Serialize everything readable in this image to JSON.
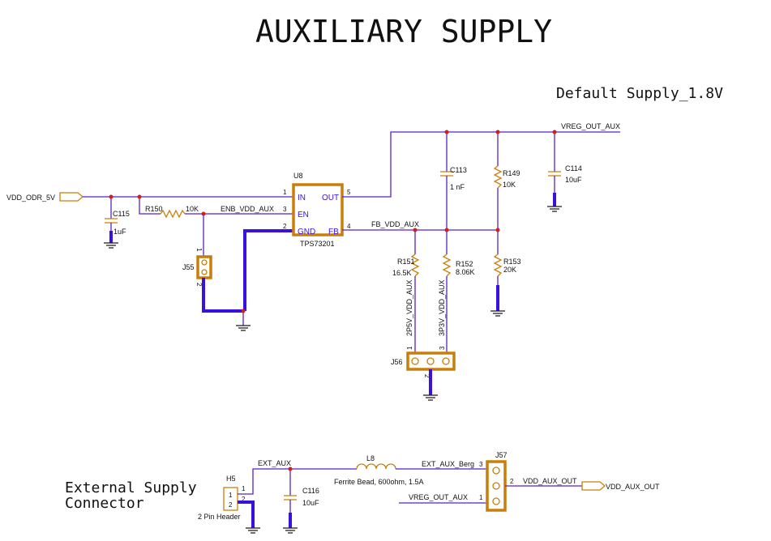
{
  "title": "AUXILIARY SUPPLY",
  "subtitle": "Default Supply_1.8V",
  "ext_title_line1": "External Supply",
  "ext_title_line2": "Connector",
  "nets": {
    "vdd_odr": "VDD_ODR_5V",
    "vreg_out_aux": "VREG_OUT_AUX",
    "enb_vdd_aux": "ENB_VDD_AUX",
    "fb_vdd_aux": "FB_VDD_AUX",
    "p2v5": "2P5V_VDD_AUX",
    "p3v3": "3P3V_VDD_AUX",
    "ext_aux": "EXT_AUX",
    "ext_aux_berg": "EXT_AUX_Berg",
    "vreg_out_aux2": "VREG_OUT_AUX",
    "vdd_aux_out_net": "VDD_AUX_OUT",
    "vdd_aux_out_port": "VDD_AUX_OUT"
  },
  "u8": {
    "ref": "U8",
    "part": "TPS73201",
    "pins": {
      "in": "IN",
      "en": "EN",
      "gnd": "GND",
      "out": "OUT",
      "fb": "FB"
    },
    "nums": {
      "in": "1",
      "en": "3",
      "gnd": "2",
      "out": "5",
      "fb": "4"
    }
  },
  "c115": {
    "ref": "C115",
    "value": "1uF"
  },
  "c113": {
    "ref": "C113",
    "value": "1 nF"
  },
  "c114": {
    "ref": "C114",
    "value": "10uF"
  },
  "c116": {
    "ref": "C116",
    "value": "10uF"
  },
  "r150": {
    "ref": "R150",
    "value": "10K"
  },
  "r149": {
    "ref": "R149",
    "value": "10K"
  },
  "r151": {
    "ref": "R151",
    "value": "16.5K"
  },
  "r152": {
    "ref": "R152",
    "value": "8.06K"
  },
  "r153": {
    "ref": "R153",
    "value": "20K"
  },
  "j55": {
    "ref": "J55",
    "pin1": "1",
    "pin2": "2"
  },
  "j56": {
    "ref": "J56",
    "pin1": "1",
    "pin2": "2",
    "pin3": "3"
  },
  "j57": {
    "ref": "J57",
    "pin1": "1",
    "pin2": "2",
    "pin3": "3"
  },
  "h5": {
    "ref": "H5",
    "desc": "2 Pin Header",
    "pin1": "1",
    "pin2": "2"
  },
  "l8": {
    "ref": "L8",
    "desc": "Ferrite Bead, 600ohm, 1.5A"
  },
  "colors": {
    "wire": "#5a1ecc",
    "component": "#c87f0a",
    "junction": "#d21e1e"
  }
}
